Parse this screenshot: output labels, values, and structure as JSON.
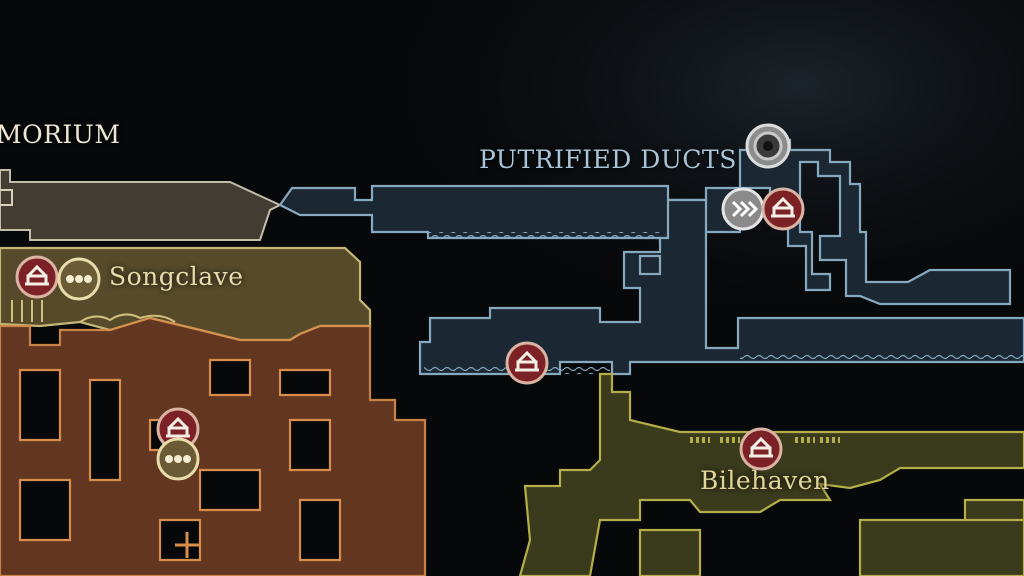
{
  "map": {
    "regions": [
      {
        "id": "memorium",
        "label": "MEMORIUM",
        "shown_text": "MORIUM"
      },
      {
        "id": "putrified-ducts",
        "label": "PUTRIFIED DUCTS"
      },
      {
        "id": "songclave",
        "label": "Songclave"
      },
      {
        "id": "bilehaven",
        "label": "Bilehaven"
      }
    ],
    "colors": {
      "background": "#07080a",
      "ducts_outline": "#86a9bf",
      "ducts_fill": "#1b2833",
      "songclave_outline": "#cfbf7a",
      "songclave_fill": "#5b4e2c",
      "lower_outline": "#d88e4a",
      "lower_fill": "#6b3a24",
      "bilehaven_outline": "#b3ae47",
      "bilehaven_fill": "#3a3a1c",
      "memorium_fill": "#4a4237",
      "bench_pin": "#7c2226",
      "bell_pin": "#6a5a35",
      "stag_pin": "#8a8a8a"
    },
    "markers": [
      {
        "name": "bench-icon",
        "region": "songclave"
      },
      {
        "name": "bellway-icon",
        "region": "songclave"
      },
      {
        "name": "bench-icon",
        "region": "songclave-lower"
      },
      {
        "name": "bellway-icon",
        "region": "songclave-lower"
      },
      {
        "name": "bench-icon",
        "region": "putrified-ducts"
      },
      {
        "name": "bench-icon",
        "region": "putrified-ducts-east"
      },
      {
        "name": "fast-travel-icon",
        "region": "putrified-ducts-east"
      },
      {
        "name": "ventrica-ring-icon",
        "region": "putrified-ducts-east"
      },
      {
        "name": "bench-icon",
        "region": "bilehaven"
      }
    ]
  }
}
